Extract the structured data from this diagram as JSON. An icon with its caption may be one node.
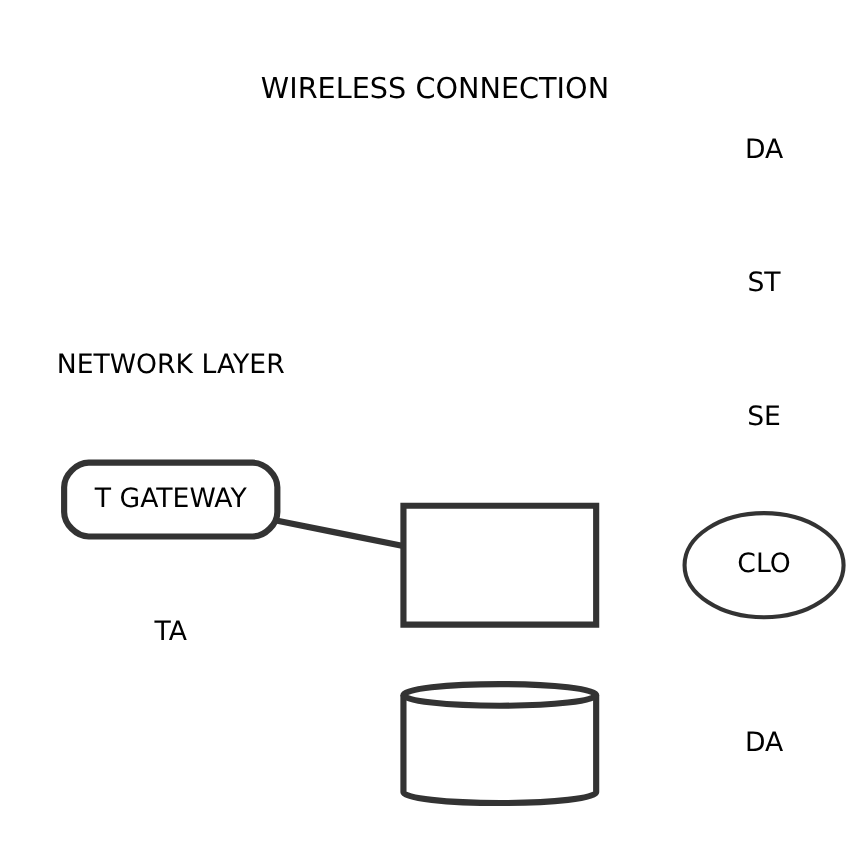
{
  "diagram": {
    "title": "WIRELESS CONNECTION",
    "nodes": [
      {
        "text": [
          "T GATEWAY"
        ]
      },
      {
        "text": [],
        "shape": "box"
      },
      {
        "text": [],
        "shape": "cylinder"
      },
      {
        "text": [
          "CLO"
        ]
      }
    ],
    "edges": [
      {
        "from": 0,
        "to": 1,
        "arrow": "none"
      }
    ],
    "labels": [
      "TA",
      "DA",
      "SE",
      "ST",
      "DA",
      "NETWORK LAYER"
    ]
  }
}
